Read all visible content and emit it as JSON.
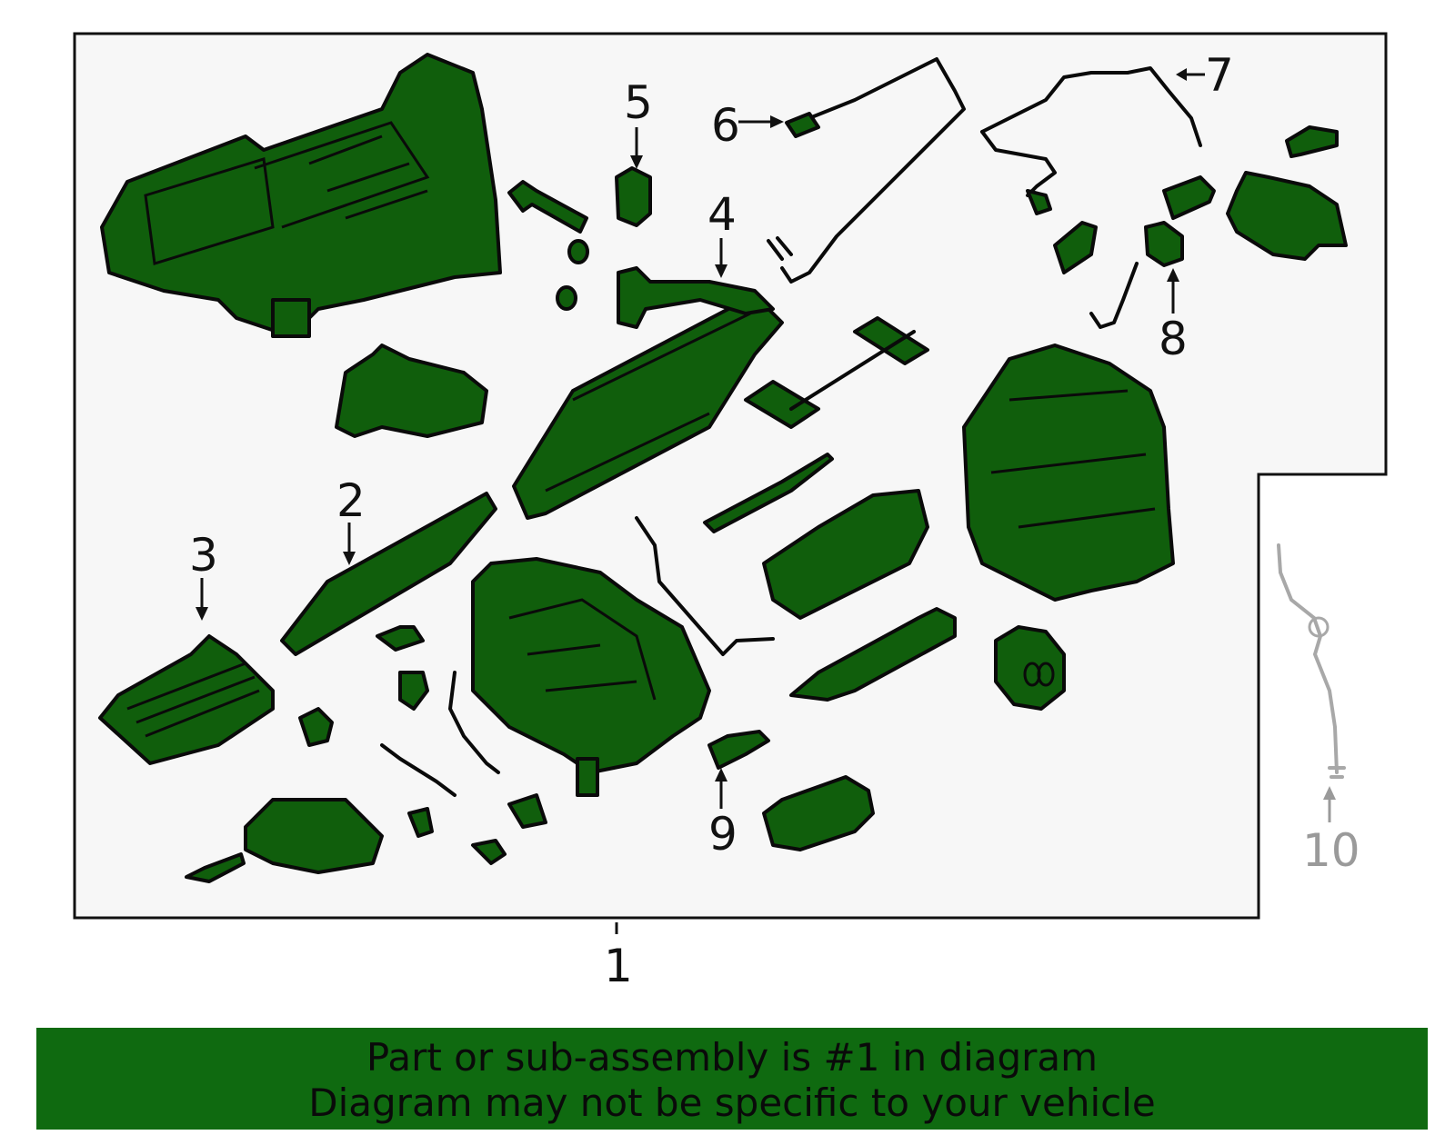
{
  "callouts": [
    {
      "id": "1",
      "label": "1"
    },
    {
      "id": "2",
      "label": "2"
    },
    {
      "id": "3",
      "label": "3"
    },
    {
      "id": "4",
      "label": "4"
    },
    {
      "id": "5",
      "label": "5"
    },
    {
      "id": "6",
      "label": "6"
    },
    {
      "id": "7",
      "label": "7"
    },
    {
      "id": "8",
      "label": "8"
    },
    {
      "id": "9",
      "label": "9"
    },
    {
      "id": "10",
      "label": "10"
    }
  ],
  "colors": {
    "part_fill": "#105e0c",
    "banner_bg": "#0f6a10",
    "panel_bg": "#f7f7f7",
    "ghost_part": "#a8a8a8"
  },
  "banner": {
    "line1": "Part or sub-assembly is #1 in diagram",
    "line2": "Diagram may not be specific to your vehicle"
  }
}
